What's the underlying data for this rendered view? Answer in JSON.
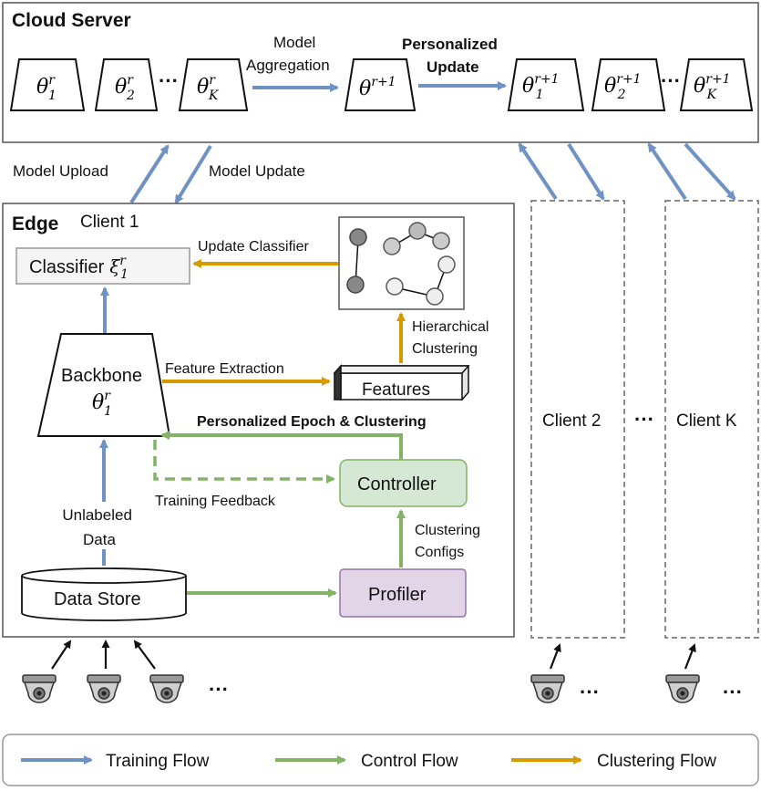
{
  "cloud": {
    "title": "Cloud Server",
    "model_aggregation": [
      "Model",
      "Aggregation"
    ],
    "personalized_update": [
      "Personalized",
      "Update"
    ],
    "ellipsis": "···"
  },
  "links": {
    "model_upload": "Model Upload",
    "model_update": "Model Update"
  },
  "edge": {
    "title": "Edge",
    "client": "Client 1",
    "classifier": "Classifier",
    "update_classifier": "Update Classifier",
    "backbone": "Backbone",
    "feature_extraction": "Feature Extraction",
    "features": "Features",
    "hierarchical_clustering": [
      "Hierarchical",
      "Clustering"
    ],
    "personalized_epoch": "Personalized Epoch & Clustering",
    "controller": "Controller",
    "training_feedback": "Training Feedback",
    "unlabeled_data": [
      "Unlabeled",
      "Data"
    ],
    "clustering_configs": [
      "Clustering",
      "Configs"
    ],
    "data_store": "Data Store",
    "profiler": "Profiler"
  },
  "clients": {
    "client2": "Client 2",
    "clientk": "Client K",
    "ellipsis": "···"
  },
  "cameras_ellipsis": "···",
  "legend": {
    "training": "Training Flow",
    "control": "Control Flow",
    "clustering": "Clustering Flow"
  },
  "colors": {
    "training": "#6f92c4",
    "control": "#82b366",
    "clustering": "#d79b00",
    "controller_fill": "#d5e8d4",
    "profiler_fill": "#e1d5e7",
    "classifier_fill": "#f5f5f5"
  }
}
